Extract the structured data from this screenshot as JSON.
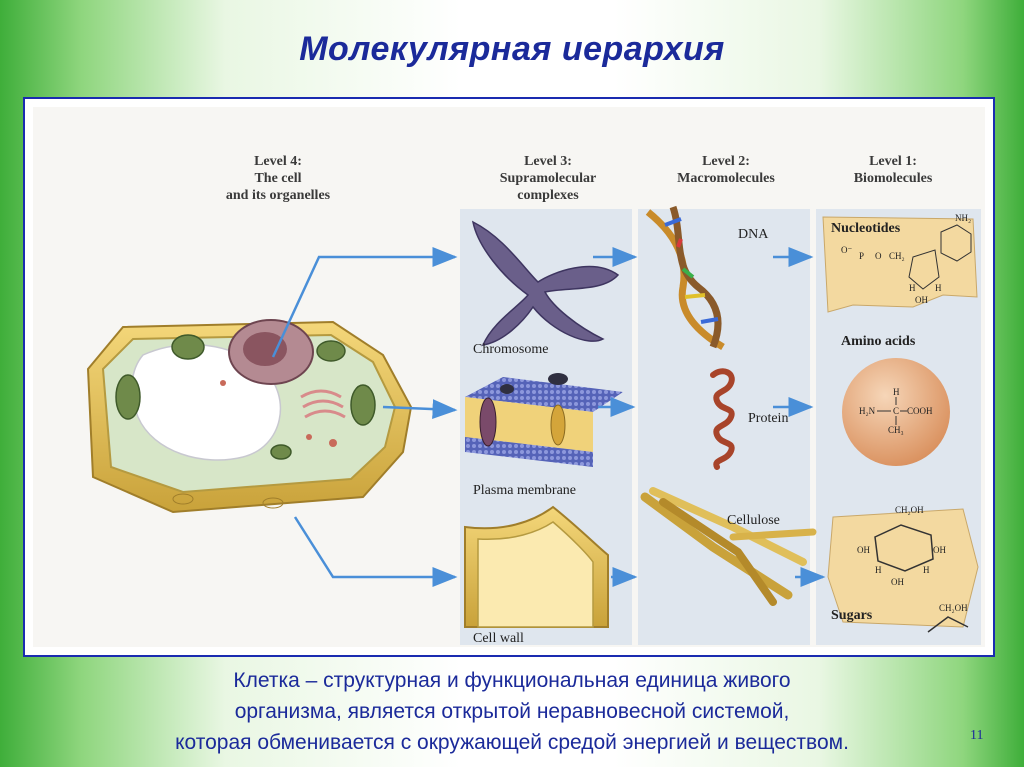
{
  "slide": {
    "title": "Молекулярная иерархия",
    "caption_lines": [
      "Клетка – структурная и функциональная единица живого",
      "организма, является открытой неравновесной системой,",
      "которая обменивается с окружающей средой энергией и веществом."
    ],
    "page_number": "11"
  },
  "levels": {
    "level4": [
      "Level 4:",
      "The cell",
      "and its organelles"
    ],
    "level3": [
      "Level 3:",
      "Supramolecular",
      "complexes"
    ],
    "level2": [
      "Level 2:",
      "Macromolecules"
    ],
    "level1": [
      "Level 1:",
      "Biomolecules"
    ]
  },
  "labels": {
    "chromosome": "Chromosome",
    "plasma_membrane": "Plasma membrane",
    "cell_wall": "Cell wall",
    "dna": "DNA",
    "protein": "Protein",
    "cellulose": "Cellulose",
    "nucleotides": "Nucleotides",
    "amino_acids": "Amino acids",
    "sugars": "Sugars"
  },
  "chem": {
    "nh2": "NH₂",
    "o_minus": "O⁻",
    "p": "P",
    "o": "O",
    "ch2": "CH₂",
    "h": "H",
    "oh": "OH",
    "h2n": "H₂N",
    "c": "C",
    "cooh": "COOH",
    "ch3": "CH₃",
    "ch2oh": "CH₂OH"
  },
  "colors": {
    "title": "#1b2a9a",
    "arrow": "#4a8fd8",
    "frame": "#1a2bb0",
    "panel": "#dfe6ee"
  }
}
